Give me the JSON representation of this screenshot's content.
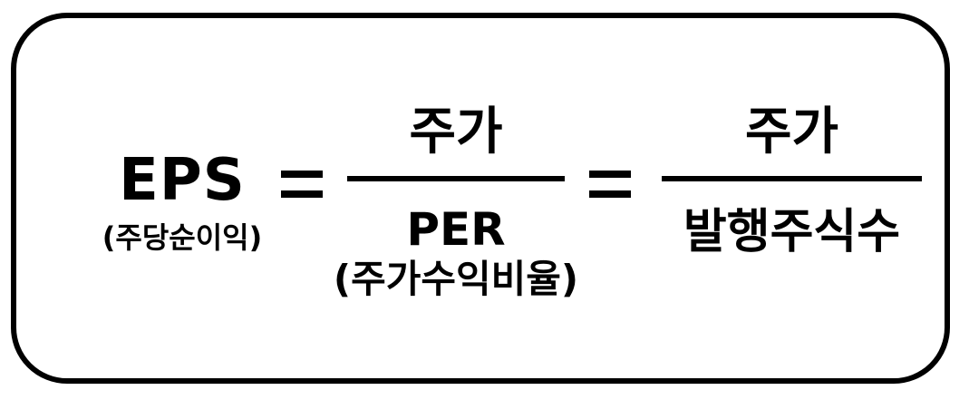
{
  "formula": {
    "lhs": {
      "main": "EPS",
      "sub": "(주당순이익)"
    },
    "equals_symbol": "=",
    "fraction1": {
      "numerator": "주가",
      "denominator_main": "PER",
      "denominator_sub": "(주가수익비율)"
    },
    "fraction2": {
      "numerator": "주가",
      "denominator": "발행주식수"
    }
  }
}
